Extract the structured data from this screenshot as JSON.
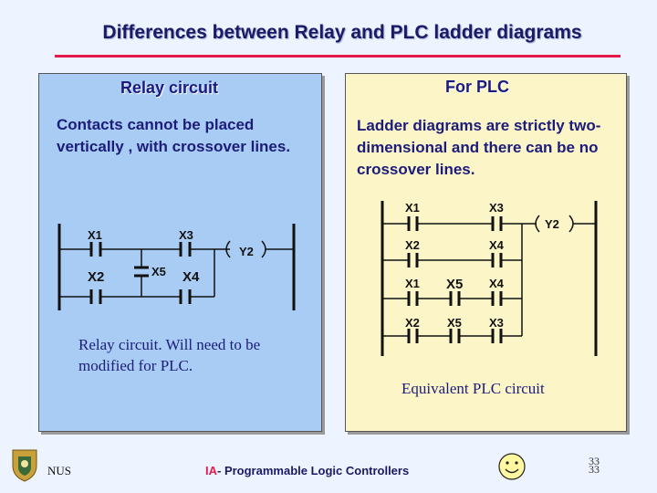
{
  "title": "Differences between Relay and PLC ladder diagrams",
  "relay": {
    "heading": "Relay circuit",
    "description": "Contacts cannot be placed vertically , with crossover lines.",
    "caption": "Relay circuit. Will need to be modified for PLC.",
    "labels": {
      "x1": "X1",
      "x3": "X3",
      "x2": "X2",
      "x5": "X5",
      "x4": "X4",
      "y2": "Y2"
    }
  },
  "plc": {
    "heading": "For PLC",
    "description": "Ladder diagrams are strictly two-dimensional and there can be no crossover lines.",
    "caption": "Equivalent PLC circuit",
    "rows": [
      [
        "X1",
        "X3"
      ],
      [
        "X2",
        "X4"
      ],
      [
        "X1",
        "X5",
        "X4"
      ],
      [
        "X2",
        "X5",
        "X3"
      ]
    ],
    "coil": "Y2"
  },
  "footer": {
    "org": "NUS",
    "course_prefix": "IA",
    "course_rest": "- Programmable Logic Controllers",
    "page_top": "33",
    "page_bottom": "33"
  },
  "colors": {
    "accent": "#e6194b",
    "left_panel": "#a9ccf4",
    "right_panel": "#fbf5c8"
  },
  "icons": {
    "logo": "university-crest-icon",
    "smiley": "smiley-face-icon"
  }
}
